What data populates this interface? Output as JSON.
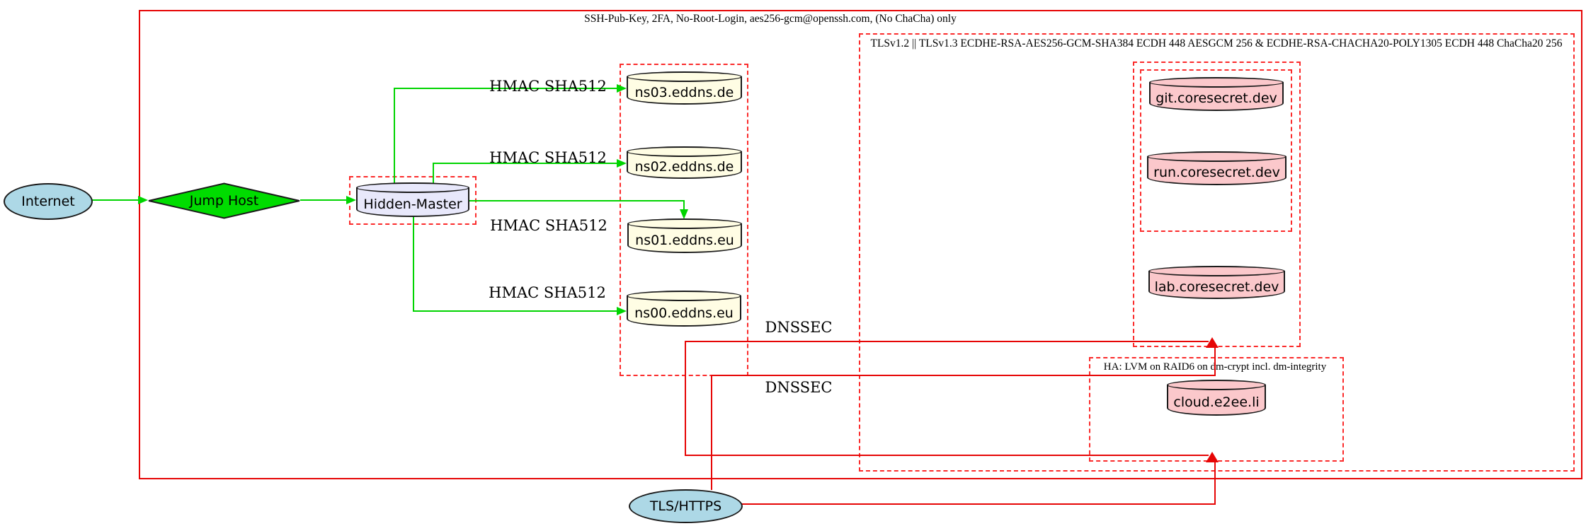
{
  "diagram_type": "network-security-topology",
  "clusters": {
    "ssh_zone": {
      "label": "SSH-Pub-Key, 2FA, No-Root-Login, aes256-gcm@openssh.com, (No ChaCha) only",
      "border_style": "solid",
      "border_color": "#e60505"
    },
    "tls_zone": {
      "label": "TLSv1.2 || TLSv1.3 ECDHE-RSA-AES256-GCM-SHA384 ECDH 448 AESGCM 256 & ECDHE-RSA-CHACHA20-POLY1305 ECDH 448 ChaCha20 256",
      "border_style": "dashed",
      "border_color": "#fb2b2b"
    },
    "ha_zone": {
      "label": "HA: LVM on RAID6 on dm-crypt incl. dm-integrity",
      "border_style": "dashed",
      "border_color": "#fb2b2b"
    },
    "ns_zone": {
      "label": "",
      "border_style": "dashed",
      "border_color": "#fb2b2b"
    },
    "coresecret_outer_zone": {
      "label": "",
      "border_style": "dashed",
      "border_color": "#fb2b2b"
    },
    "coresecret_inner_zone": {
      "label": "",
      "border_style": "dashed",
      "border_color": "#fb2b2b"
    },
    "hidden_master_zone": {
      "label": "",
      "border_style": "dashed",
      "border_color": "#fb2b2b"
    }
  },
  "nodes": {
    "internet": {
      "label": "Internet",
      "shape": "ellipse",
      "fill": "#add8e6"
    },
    "jump_host": {
      "label": "Jump Host",
      "shape": "diamond",
      "fill": "#00dc00"
    },
    "hidden_master": {
      "label": "Hidden-Master",
      "shape": "cylinder",
      "fill": "#e8e8fb"
    },
    "ns03": {
      "label": "ns03.eddns.de",
      "shape": "cylinder",
      "fill": "#fffde4"
    },
    "ns02": {
      "label": "ns02.eddns.de",
      "shape": "cylinder",
      "fill": "#fffde4"
    },
    "ns01": {
      "label": "ns01.eddns.eu",
      "shape": "cylinder",
      "fill": "#fffde4"
    },
    "ns00": {
      "label": "ns00.eddns.eu",
      "shape": "cylinder",
      "fill": "#fffde4"
    },
    "git": {
      "label": "git.coresecret.dev",
      "shape": "cylinder",
      "fill": "#fbc8cb"
    },
    "run": {
      "label": "run.coresecret.dev",
      "shape": "cylinder",
      "fill": "#fbc8cb"
    },
    "lab": {
      "label": "lab.coresecret.dev",
      "shape": "cylinder",
      "fill": "#fbc8cb"
    },
    "cloud": {
      "label": "cloud.e2ee.li",
      "shape": "cylinder",
      "fill": "#fbc8cb"
    },
    "tls_https": {
      "label": "TLS/HTTPS",
      "shape": "ellipse",
      "fill": "#add8e6"
    }
  },
  "edge_labels": {
    "hmac": "HMAC SHA512",
    "dnssec": "DNSSEC"
  },
  "edges": [
    {
      "from": "internet",
      "to": "jump_host",
      "color": "#00d400",
      "label": ""
    },
    {
      "from": "jump_host",
      "to": "hidden_master",
      "color": "#00d400",
      "label": ""
    },
    {
      "from": "hidden_master",
      "to": "ns03",
      "color": "#00d400",
      "label": "HMAC SHA512"
    },
    {
      "from": "hidden_master",
      "to": "ns02",
      "color": "#00d400",
      "label": "HMAC SHA512"
    },
    {
      "from": "hidden_master",
      "to": "ns01",
      "color": "#00d400",
      "label": "HMAC SHA512"
    },
    {
      "from": "hidden_master",
      "to": "ns00",
      "color": "#00d400",
      "label": "HMAC SHA512"
    },
    {
      "from": "ns_zone",
      "to": "coresecret_outer_zone",
      "color": "#e60505",
      "label": "DNSSEC"
    },
    {
      "from": "ns_zone",
      "to": "ha_zone",
      "color": "#e60505",
      "label": "DNSSEC"
    },
    {
      "from": "tls_https",
      "to": "coresecret_outer_zone",
      "color": "#e60505",
      "label": ""
    },
    {
      "from": "tls_https",
      "to": "ha_zone",
      "color": "#e60505",
      "label": ""
    }
  ],
  "colors": {
    "edge_green": "#00d400",
    "edge_red": "#e60505",
    "cluster_dashed_red": "#fb2b2b",
    "node_border": "#1a1a1a",
    "fill_lightblue": "#add8e6",
    "fill_green": "#00dc00",
    "fill_lavender": "#e8e8fb",
    "fill_lightyellow": "#fffde4",
    "fill_pink": "#fbc8cb",
    "background": "#ffffff"
  }
}
